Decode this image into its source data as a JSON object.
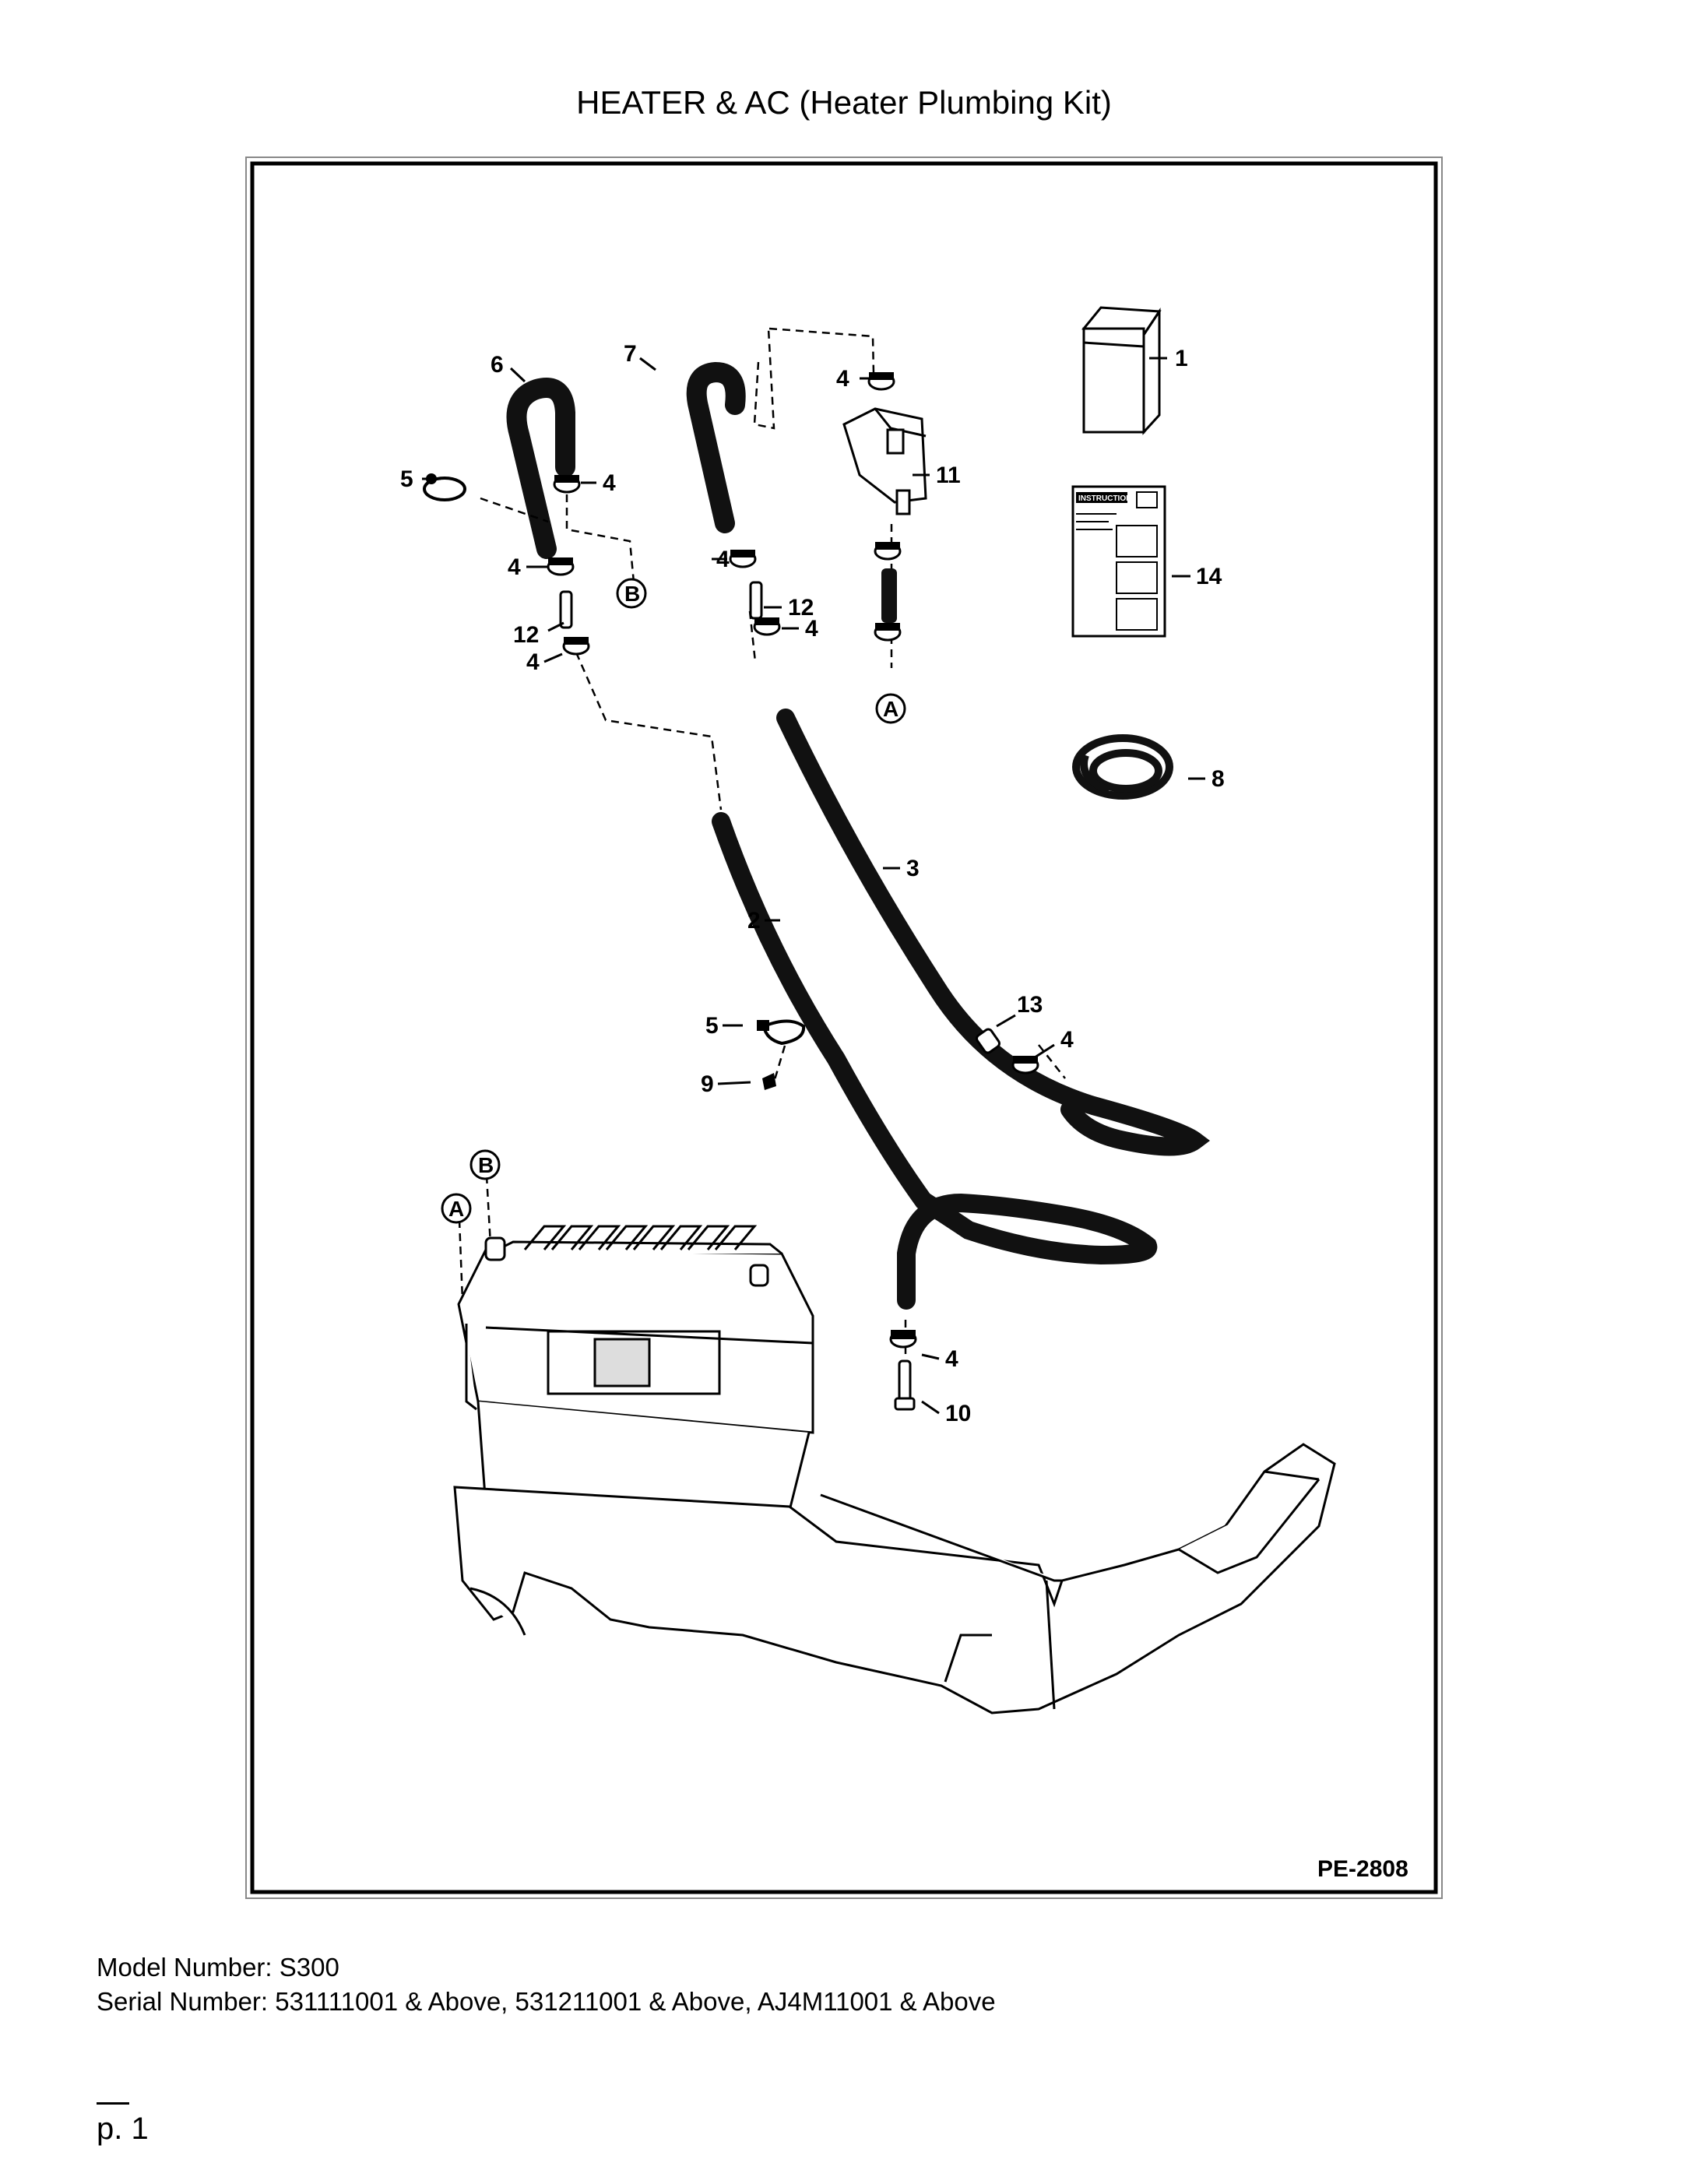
{
  "title": "HEATER & AC (Heater Plumbing Kit)",
  "diagram": {
    "code": "PE-2808",
    "callouts": {
      "c1": "1",
      "c2": "2",
      "c3": "3",
      "c4a": "4",
      "c4b": "4",
      "c4c": "4",
      "c4d": "4",
      "c4e": "4",
      "c4f": "4",
      "c4g": "4",
      "c4h": "4",
      "c5a": "5",
      "c5b": "5",
      "c6": "6",
      "c7": "7",
      "c8": "8",
      "c9": "9",
      "c10": "10",
      "c11": "11",
      "c12a": "12",
      "c12b": "12",
      "c13": "13",
      "c14": "14",
      "refA1": "A",
      "refA2": "A",
      "refB1": "B",
      "refB2": "B"
    },
    "instructions_label": "INSTRUCTIONS"
  },
  "footer": {
    "model": "Model Number: S300",
    "serial": "Serial Number: 531111001 & Above, 531211001 & Above, AJ4M11001 & Above"
  },
  "page": "p. 1"
}
